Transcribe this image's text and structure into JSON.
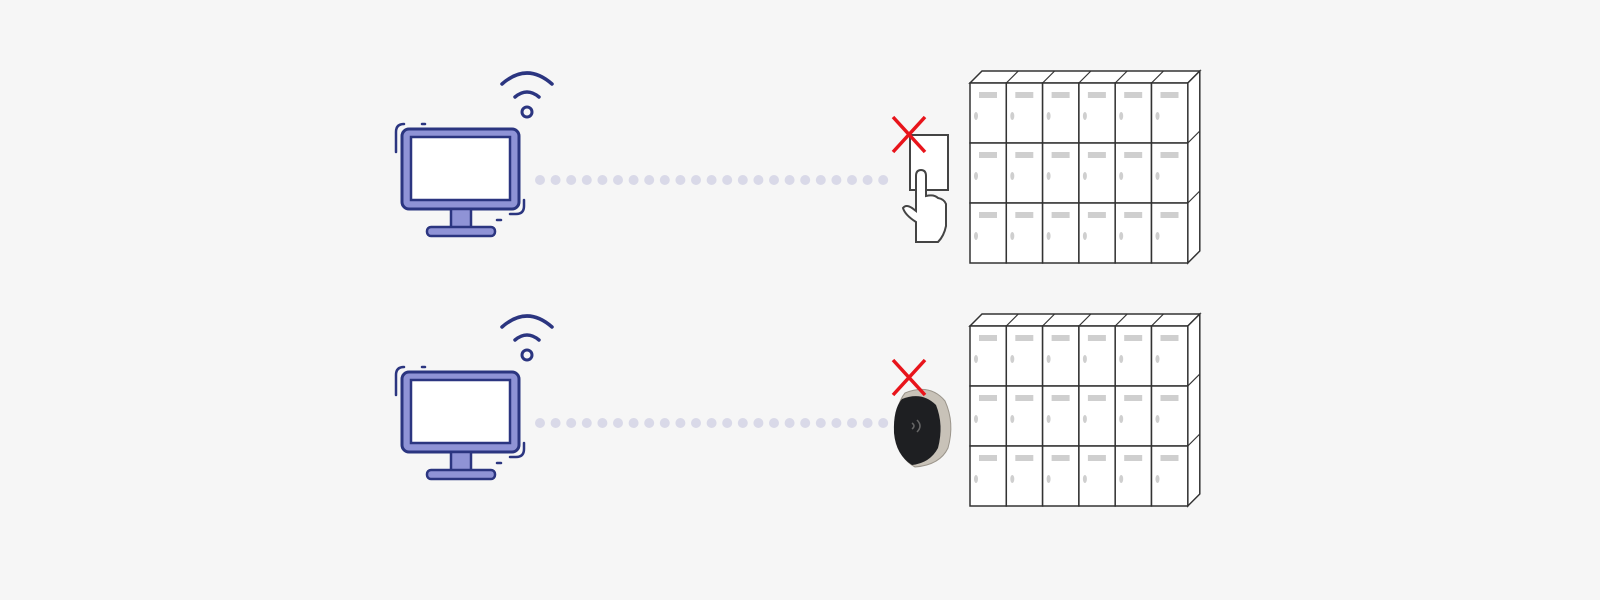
{
  "colors": {
    "background": "#f6f6f6",
    "monitor_outline": "#2b3580",
    "monitor_fill": "#8f93d6",
    "screen_fill": "#ffffff",
    "dots": "#d9d9e8",
    "cross": "#e8141b",
    "locker_outline": "#333333",
    "locker_fill": "#ffffff",
    "locker_detail": "#cfcfcf",
    "reader_body": "#1e1f22",
    "reader_rim": "#c8c2b8"
  },
  "rows": [
    {
      "name": "card-row",
      "device": "hand-card-icon",
      "status": "cross-icon"
    },
    {
      "name": "reader-row",
      "device": "card-reader-icon",
      "status": "cross-icon"
    }
  ],
  "locker": {
    "columns": 6,
    "rows": 3
  }
}
